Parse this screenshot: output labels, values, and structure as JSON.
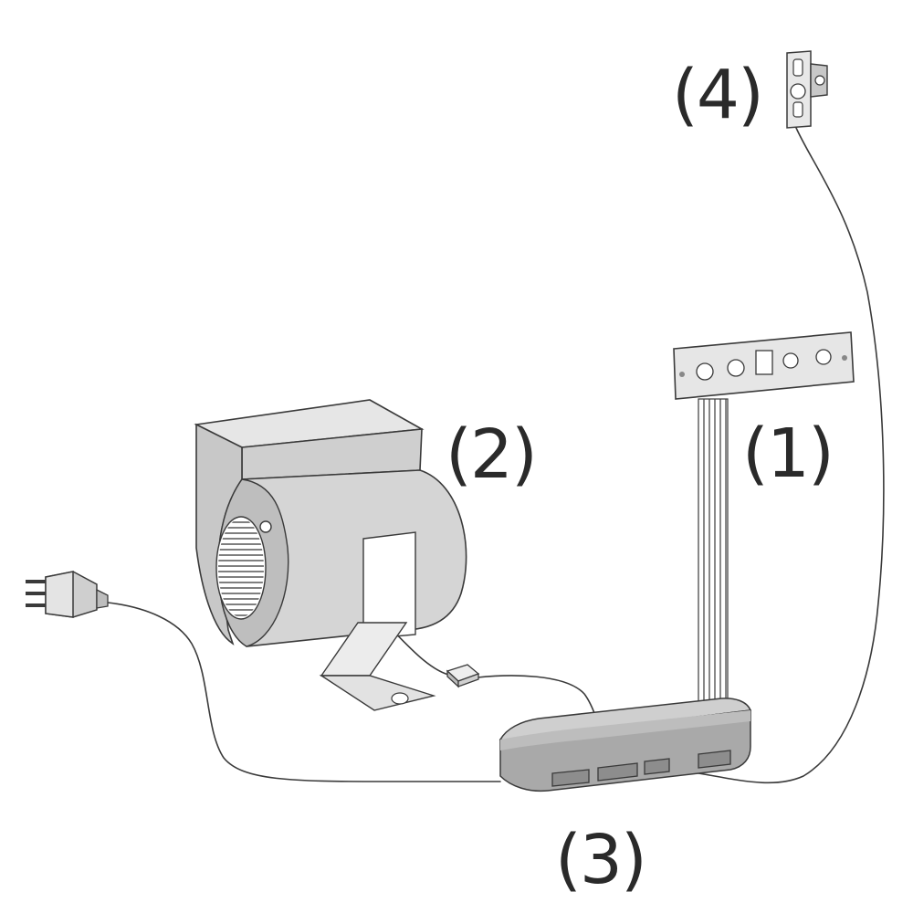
{
  "callouts": {
    "c1": "(1)",
    "c2": "(2)",
    "c3": "(3)",
    "c4": "(4)"
  },
  "colors": {
    "line": "#3a3a3a",
    "light_fill": "#d9d9d9",
    "mid_fill": "#bdbdbd",
    "dark_fill": "#9e9e9e"
  }
}
